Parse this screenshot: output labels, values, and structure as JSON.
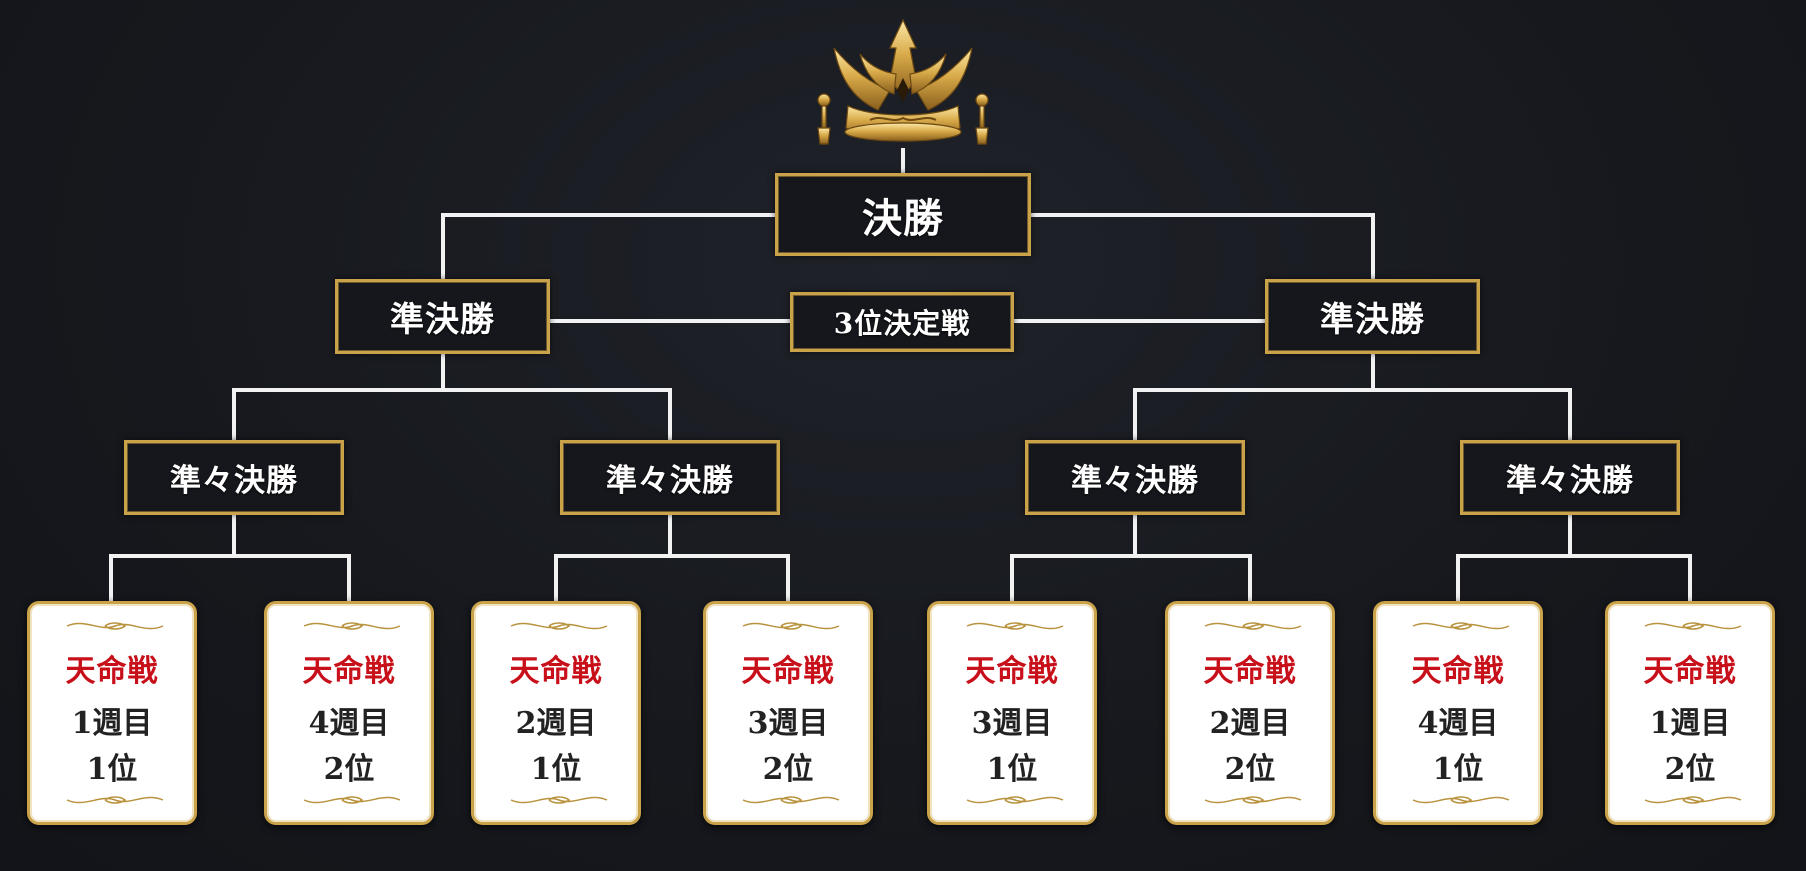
{
  "bracket": {
    "final_label": "決勝",
    "semifinal_label": "準決勝",
    "third_place_label": "3位決定戦",
    "quarterfinal_label": "準々決勝"
  },
  "cards": [
    {
      "title": "天命戦",
      "week": "1週目",
      "rank": "1位"
    },
    {
      "title": "天命戦",
      "week": "4週目",
      "rank": "2位"
    },
    {
      "title": "天命戦",
      "week": "2週目",
      "rank": "1位"
    },
    {
      "title": "天命戦",
      "week": "3週目",
      "rank": "2位"
    },
    {
      "title": "天命戦",
      "week": "3週目",
      "rank": "1位"
    },
    {
      "title": "天命戦",
      "week": "2週目",
      "rank": "2位"
    },
    {
      "title": "天命戦",
      "week": "4週目",
      "rank": "1位"
    },
    {
      "title": "天命戦",
      "week": "1週目",
      "rank": "2位"
    }
  ],
  "colors": {
    "background": "#16181d",
    "gold_border": "#c9a24a",
    "line": "#ffffff",
    "card_title_red": "#c8101a"
  },
  "icons": {
    "crown": "crown-icon",
    "ornament": "flourish-ornament-icon"
  }
}
